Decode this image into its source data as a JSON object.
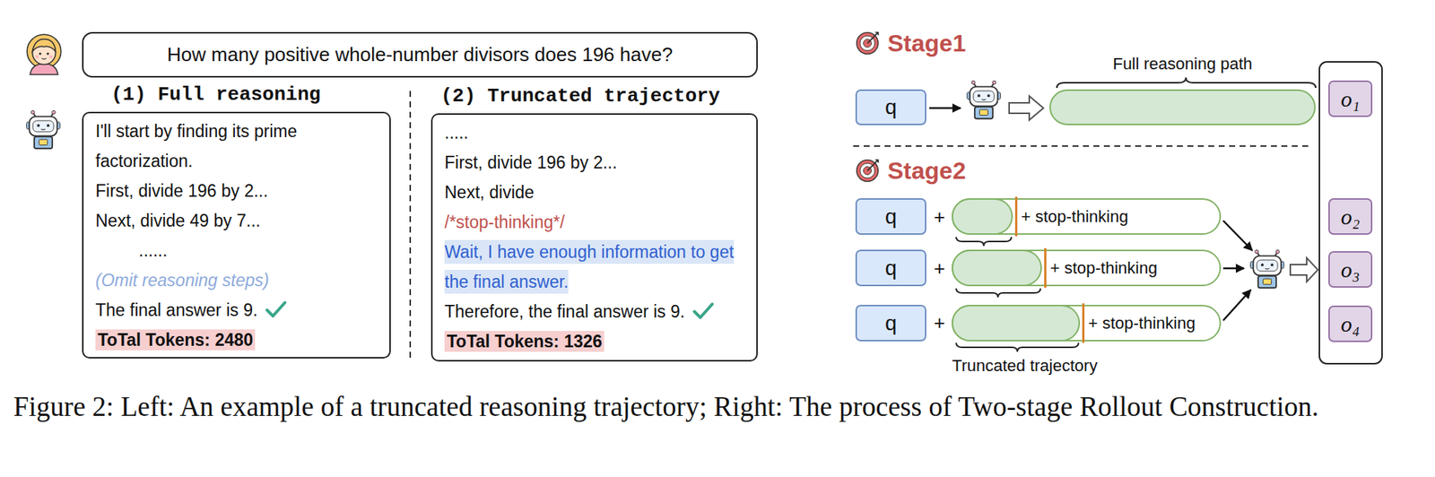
{
  "diagram": {
    "caption": "Figure 2: Left: An example of a truncated reasoning trajectory; Right: The process of Two-stage Rollout Construction.",
    "nodes": [
      {
        "text": [
          "How many positive whole-number divisors does 196 have?"
        ]
      },
      {
        "text": [
          "(1) Full reasoning",
          "I'll start by finding its prime factorization.",
          "First, divide 196 by 2...",
          "Next, divide 49 by 7...",
          "......",
          "(Omit reasoning steps)",
          "The final answer is 9.",
          "ToTal Tokens: 2480"
        ]
      },
      {
        "text": [
          "(2) Truncated trajectory",
          ".....",
          "First, divide 196 by 2...",
          "Next, divide",
          "/*stop-thinking*/",
          "Wait, I have enough information to get the final answer.",
          "Therefore, the final answer is 9.",
          "ToTal Tokens: 1326"
        ]
      },
      {
        "text": [
          "q"
        ]
      },
      {
        "text": [
          "Full reasoning path"
        ]
      },
      {
        "text": [
          "o₁"
        ]
      },
      {
        "text": [
          "q"
        ]
      },
      {
        "text": [
          "+ stop-thinking"
        ]
      },
      {
        "text": [
          "q"
        ]
      },
      {
        "text": [
          "+ stop-thinking"
        ]
      },
      {
        "text": [
          "q"
        ]
      },
      {
        "text": [
          "+ stop-thinking"
        ]
      },
      {
        "text": [
          "o₂"
        ]
      },
      {
        "text": [
          "o₃"
        ]
      },
      {
        "text": [
          "o₄"
        ]
      }
    ],
    "labels": [
      "Stage1",
      "Stage2",
      "+",
      "+",
      "+",
      "Truncated trajectory"
    ]
  }
}
